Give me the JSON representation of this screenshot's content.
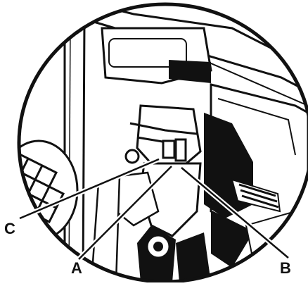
{
  "diagram": {
    "callouts": {
      "c": "C",
      "a": "A",
      "b": "B"
    },
    "colors": {
      "ink": "#111111",
      "background": "#ffffff"
    }
  }
}
